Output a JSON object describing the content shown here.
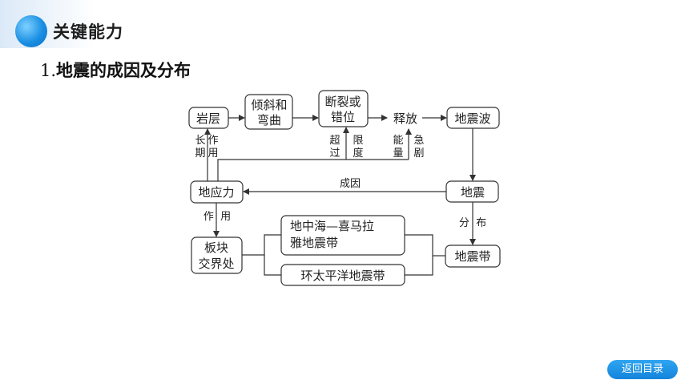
{
  "header": {
    "title": "关键能力"
  },
  "section": {
    "number": "1.",
    "heading": "地震的成因及分布"
  },
  "nodes": {
    "rock_layer": "岩层",
    "tilt_bend_1": "倾斜和",
    "tilt_bend_2": "弯曲",
    "fracture_1": "断裂或",
    "fracture_2": "错位",
    "release": "释放",
    "seismic_wave": "地震波",
    "crustal_stress": "地应力",
    "earthquake": "地震",
    "plate_boundary_1": "板块",
    "plate_boundary_2": "交界处",
    "eq_belt": "地震带",
    "med_himalaya_1": "地中海—喜马拉",
    "med_himalaya_2": "雅地震带",
    "circum_pacific": "环太平洋地震带"
  },
  "labels": {
    "long_term_a": "长",
    "long_term_b": "期",
    "action_a": "作",
    "action_b": "用",
    "exceed_a": "超",
    "exceed_b": "过",
    "limit_a": "限",
    "limit_b": "度",
    "energy_a": "能",
    "energy_b": "量",
    "sudden_a": "急",
    "sudden_b": "剧",
    "cause": "成因",
    "action_h": "作  用",
    "distribution": "分  布"
  },
  "footer": {
    "back_label": "返回目录"
  }
}
